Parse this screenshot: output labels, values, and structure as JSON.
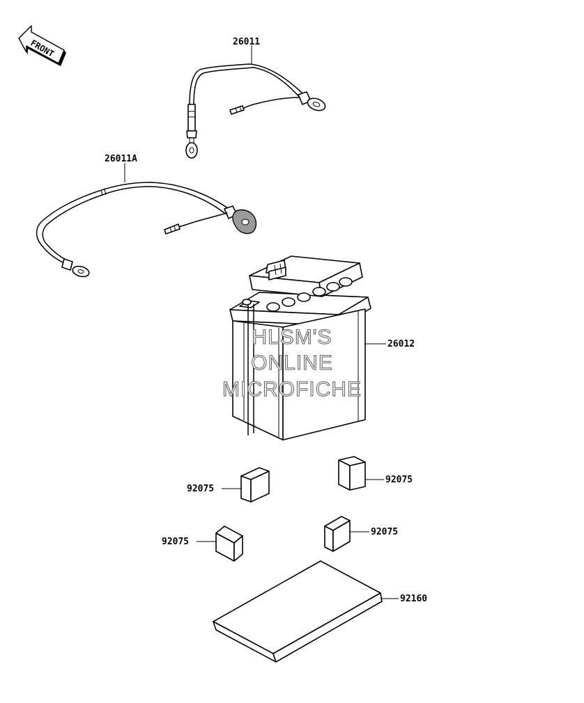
{
  "front_indicator": {
    "label": "FRONT"
  },
  "watermark": [
    "HLSM'S",
    "ONLINE",
    "MICROFICHE"
  ],
  "parts": {
    "cable_positive": "26011",
    "cable_negative": "26011A",
    "battery": "26012",
    "pad_left_upper": "92075",
    "pad_right_upper": "92075",
    "pad_left_lower": "92075",
    "pad_right_lower": "92075",
    "base_pad": "92160"
  }
}
